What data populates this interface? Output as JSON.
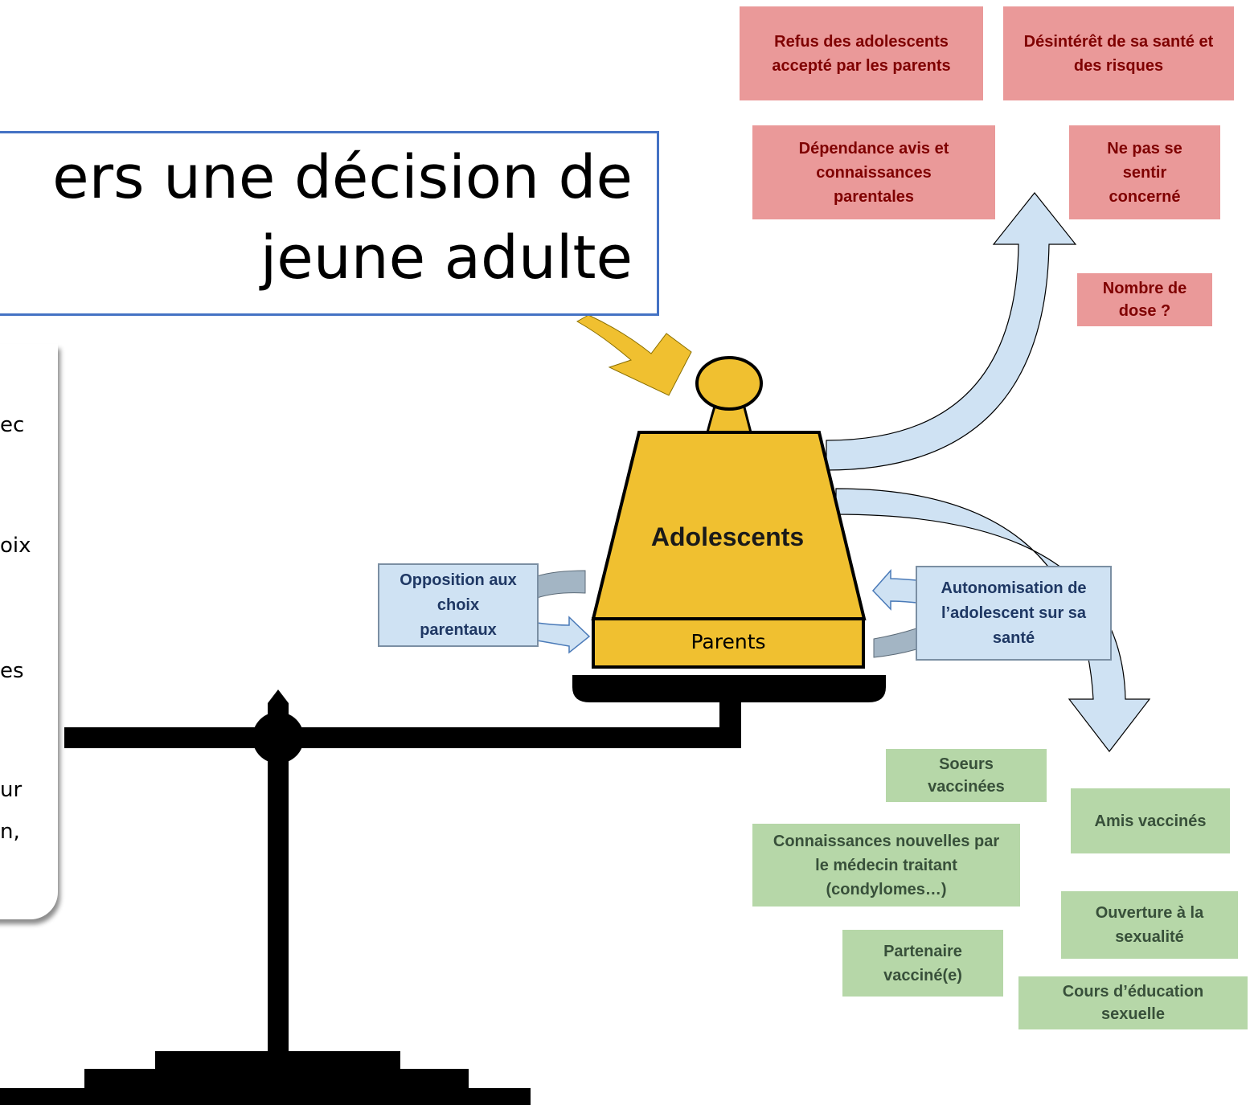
{
  "title": {
    "text": "ers une décision de\njeune adulte"
  },
  "side_panel": {
    "fragments": [
      "ec",
      "oix",
      "es",
      "ur",
      "n,"
    ]
  },
  "weight": {
    "label": "Adolescents",
    "base_label": "Parents"
  },
  "barriers": [
    "Refus des adolescents accepté par les parents",
    "Désintérêt de sa santé et des risques",
    "Dépendance avis et connaissances parentales",
    "Ne pas se sentir concerné",
    "Nombre de dose ?"
  ],
  "influences": {
    "left": "Opposition aux choix parentaux",
    "right": "Autonomisation de l’adolescent sur sa santé"
  },
  "facilitators": [
    "Soeurs vaccinées",
    "Amis vaccinés",
    "Connaissances nouvelles par le médecin traitant (condylomes…)",
    "Ouverture à la sexualité",
    "Partenaire vacciné(e)",
    "Cours d’éducation sexuelle"
  ],
  "colors": {
    "barrier_fill": "#ea9999",
    "barrier_text": "#7f0000",
    "facilitator_fill": "#b6d7a8",
    "facilitator_text": "#38503a",
    "influence_fill": "#cfe2f3",
    "influence_text": "#1f3864",
    "weight_fill": "#f0c030",
    "arrow_fill": "#cfe2f3",
    "title_border": "#4472c4",
    "scale_color": "#000000"
  }
}
